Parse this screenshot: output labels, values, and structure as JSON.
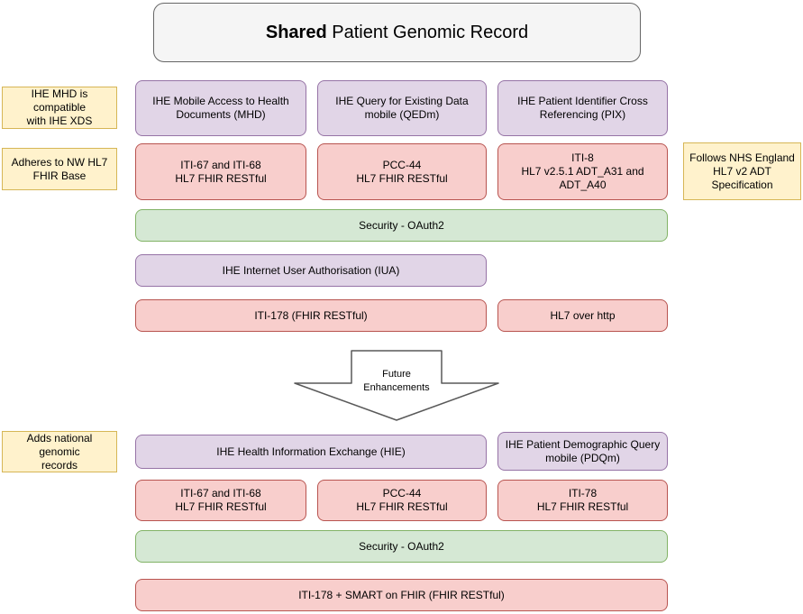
{
  "title": {
    "bold": "Shared",
    "rest": "Patient Genomic Record"
  },
  "annotations": {
    "mhd_xds": "IHE MHD is compatible\nwith IHE XDS",
    "nw_fhir": "Adheres to NW HL7\nFHIR Base",
    "nhs_adt": "Follows NHS England\nHL7 v2 ADT\nSpecification",
    "genomic": "Adds national genomic\nrecords"
  },
  "top": {
    "profiles": [
      {
        "label": "IHE Mobile Access to Health\nDocuments (MHD)"
      },
      {
        "label": "IHE Query for Existing Data\nmobile (QEDm)"
      },
      {
        "label": "IHE Patient Identifier Cross\nReferencing (PIX)"
      }
    ],
    "transactions": [
      {
        "label": "ITI-67 and ITI-68\nHL7 FHIR RESTful"
      },
      {
        "label": "PCC-44\nHL7 FHIR RESTful"
      },
      {
        "label": "ITI-8\nHL7 v2.5.1 ADT_A31 and\nADT_A40"
      }
    ],
    "security": "Security - OAuth2",
    "iua": "IHE Internet User Authorisation (IUA)",
    "iti178": "ITI-178 (FHIR RESTful)",
    "hl7_http": "HL7 over http"
  },
  "arrow": {
    "label": "Future\nEnhancements"
  },
  "bottom": {
    "hie": "IHE Health Information Exchange (HIE)",
    "pdqm": "IHE Patient Demographic Query\nmobile (PDQm)",
    "transactions": [
      {
        "label": "ITI-67 and ITI-68\nHL7 FHIR RESTful"
      },
      {
        "label": "PCC-44\nHL7 FHIR RESTful"
      },
      {
        "label": "ITI-78\nHL7 FHIR RESTful"
      }
    ],
    "security": "Security - OAuth2",
    "smart": "ITI-178 + SMART on FHIR (FHIR RESTful)"
  },
  "colors": {
    "purple_fill": "#e1d5e7",
    "purple_border": "#9673a6",
    "red_fill": "#f8cecc",
    "red_border": "#b85450",
    "green_fill": "#d5e8d4",
    "green_border": "#82b366",
    "yellow_fill": "#fff2cc",
    "yellow_border": "#d6b656",
    "title_fill": "#f5f5f5",
    "title_border": "#666666"
  }
}
